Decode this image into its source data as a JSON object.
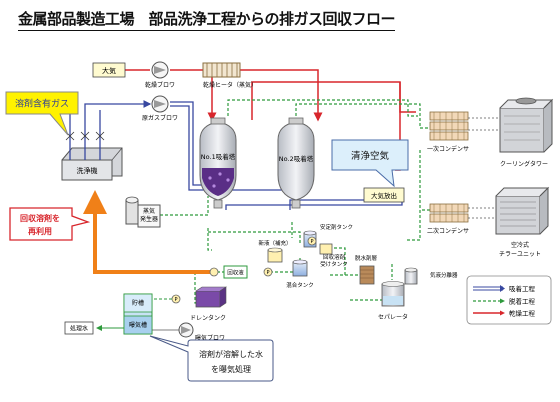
{
  "title": "金属部品製造工場　部品洗浄工程からの排ガス回収フロー",
  "equipment": {
    "air": "大気",
    "dry_blower": "乾燥ブロワ",
    "dry_heater": "乾燥ヒータ（蒸気）",
    "raw_gas_blower": "原ガスブロワ",
    "washer": "洗浄機",
    "tower1": "No.1吸着塔",
    "tower2": "No.2吸着塔",
    "steam_gen_1": "蒸気",
    "steam_gen_2": "発生器",
    "release": "大気放出",
    "condenser1": "一次コンデンサ",
    "condenser2": "二次コンデンサ",
    "cooling_tower": "クーリングタワー",
    "chiller_1": "空冷式",
    "chiller_2": "チラーユニット",
    "stabilizer_tank": "安定剤タンク",
    "new_liquid": "新液（補充）",
    "recovered_tank_1": "回収溶剤",
    "recovered_tank_2": "受けタンク",
    "dehydrator": "脱水剤層",
    "mixing_tank": "混合タンク",
    "recovery_pump": "回収液",
    "gas_liquid_separator": "気液分離器",
    "separator": "セパレータ",
    "drain_tank": "ドレンタンク",
    "storage_tank": "貯槽",
    "aeration_tank": "曝気槽",
    "aeration_blower": "曝気ブロワ",
    "treated_water": "処理水"
  },
  "callouts": {
    "solvent_gas": "溶剤含有ガス",
    "clean_air": "清浄空気",
    "reuse_line1": "回収溶剤を",
    "reuse_line2": "再利用",
    "water_line1": "溶剤が溶解した水",
    "water_line2": "を曝気処理"
  },
  "legend": {
    "adsorption": "吸着工程",
    "desorption": "脱着工程",
    "drying": "乾燥工程"
  },
  "colors": {
    "adsorption_line": "#3848a0",
    "desorption_line": "#2e9a3c",
    "drying_line": "#d8262c",
    "recycle_arrow": "#f08018",
    "callout_yellow": "#fff200",
    "callout_blue": "#dceffb"
  }
}
